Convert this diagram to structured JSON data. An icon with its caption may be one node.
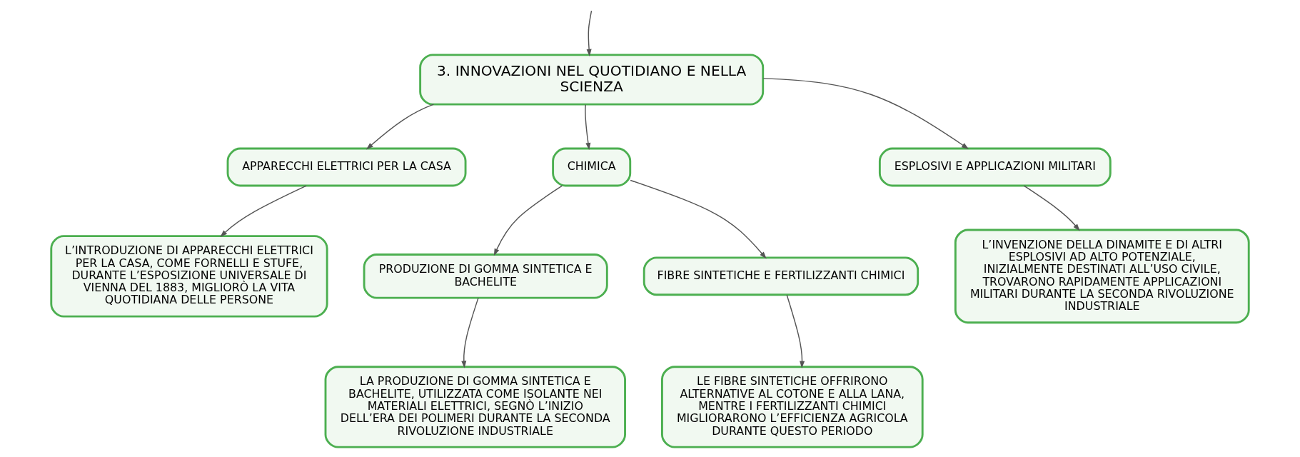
{
  "diagram": {
    "nodes": [
      {
        "text": [
          "3. INNOVAZIONI NEL QUOTIDIANO E NELLA SCIENZA"
        ]
      },
      {
        "text": [
          "APPARECCHI ELETTRICI PER LA CASA"
        ]
      },
      {
        "text": [
          "CHIMICA"
        ]
      },
      {
        "text": [
          "ESPLOSIVI E APPLICAZIONI MILITARI"
        ]
      },
      {
        "text": [
          "L’INTRODUZIONE DI APPARECCHI ELETTRICI PER LA CASA, COME FORNELLI E STUFE, DURANTE L’ESPOSIZIONE UNIVERSALE DI VIENNA DEL 1883, MIGLIORÒ LA VITA QUOTIDIANA DELLE PERSONE"
        ]
      },
      {
        "text": [
          "PRODUZIONE DI GOMMA SINTETICA E BACHELITE"
        ]
      },
      {
        "text": [
          "FIBRE SINTETICHE E FERTILIZZANTI CHIMICI"
        ]
      },
      {
        "text": [
          "L’INVENZIONE DELLA DINAMITE E DI ALTRI ESPLOSIVI AD ALTO POTENZIALE, INIZIALMENTE DESTINATI ALL’USO CIVILE, TROVARONO RAPIDAMENTE APPLICAZIONI MILITARI DURANTE LA SECONDA RIVOLUZIONE INDUSTRIALE"
        ]
      },
      {
        "text": [
          "LA PRODUZIONE DI GOMMA SINTETICA E BACHELITE, UTILIZZATA COME ISOLANTE NEI MATERIALI ELETTRICI, SEGNÒ L’INIZIO DELL’ERA DEI POLIMERI DURANTE LA SECONDA RIVOLUZIONE INDUSTRIALE"
        ]
      },
      {
        "text": [
          "LE FIBRE SINTETICHE OFFRIRONO ALTERNATIVE AL COTONE E ALLA LANA, MENTRE I FERTILIZZANTI CHIMICI MIGLIORARONO L’EFFICIENZA AGRICOLA DURANTE QUESTO PERIODO"
        ]
      }
    ],
    "edges": [
      {
        "from": null,
        "to": 0,
        "arrow": "to"
      },
      {
        "from": 0,
        "to": 1,
        "arrow": "to"
      },
      {
        "from": 0,
        "to": 2,
        "arrow": "to"
      },
      {
        "from": 0,
        "to": 3,
        "arrow": "to"
      },
      {
        "from": 1,
        "to": 4,
        "arrow": "to"
      },
      {
        "from": 2,
        "to": 5,
        "arrow": "to"
      },
      {
        "from": 2,
        "to": 6,
        "arrow": "to"
      },
      {
        "from": 3,
        "to": 7,
        "arrow": "to"
      },
      {
        "from": 5,
        "to": 8,
        "arrow": "to"
      },
      {
        "from": 6,
        "to": 9,
        "arrow": "to"
      }
    ]
  }
}
